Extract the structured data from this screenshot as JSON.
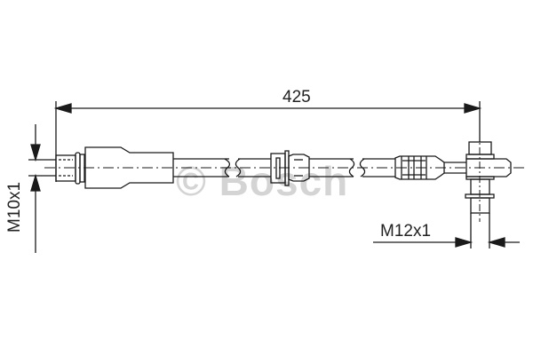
{
  "diagram": {
    "type": "technical-drawing",
    "subject": "brake hose",
    "dimensions": {
      "length": "425",
      "left_thread": "M10x1",
      "right_thread": "M12x1"
    },
    "watermark": "© Bosch",
    "colors": {
      "line": "#1a1a1a",
      "watermark": "#d4d4d4",
      "background": "#ffffff"
    }
  }
}
